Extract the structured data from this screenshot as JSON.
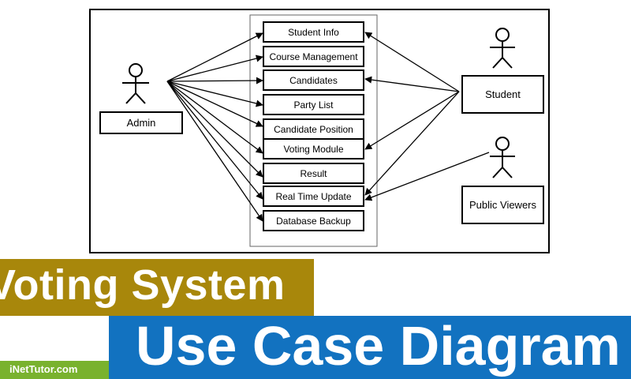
{
  "use_cases": [
    "Student Info",
    "Course Management",
    "Candidates",
    "Party List",
    "Candidate Position",
    "Voting Module",
    "Result",
    "Real Time Update",
    "Database Backup"
  ],
  "actors": {
    "admin": "Admin",
    "student": "Student",
    "public_viewers": "Public Viewers"
  },
  "banner": {
    "line1": "Voting System",
    "line2": "Use Case Diagram",
    "brand": "iNetTutor.com"
  },
  "colors": {
    "gold_banner": "#a8870b",
    "blue_banner": "#1272c0",
    "green_brand": "#79b22e"
  }
}
